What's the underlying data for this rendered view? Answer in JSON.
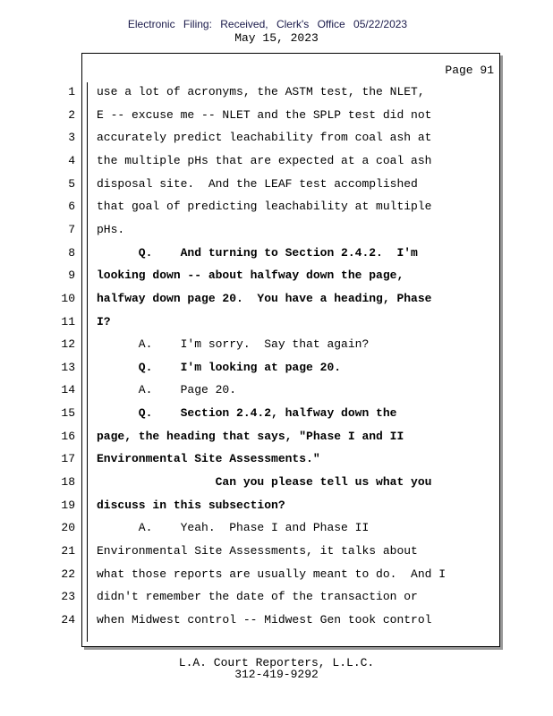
{
  "header": {
    "filing": "Electronic Filing: Received, Clerk's Office 05/22/2023",
    "date": "May 15, 2023"
  },
  "page_label": "Page 91",
  "lines": [
    {
      "n": "1",
      "t": "use a lot of acronyms, the ASTM test, the NLET,",
      "b": false
    },
    {
      "n": "2",
      "t": "E -- excuse me -- NLET and the SPLP test did not",
      "b": false
    },
    {
      "n": "3",
      "t": "accurately predict leachability from coal ash at",
      "b": false
    },
    {
      "n": "4",
      "t": "the multiple pHs that are expected at a coal ash",
      "b": false
    },
    {
      "n": "5",
      "t": "disposal site.  And the LEAF test accomplished",
      "b": false
    },
    {
      "n": "6",
      "t": "that goal of predicting leachability at multiple",
      "b": false
    },
    {
      "n": "7",
      "t": "pHs.",
      "b": false
    },
    {
      "n": "8",
      "t": "      Q.    And turning to Section 2.4.2.  I'm",
      "b": true
    },
    {
      "n": "9",
      "t": "looking down -- about halfway down the page,",
      "b": true
    },
    {
      "n": "10",
      "t": "halfway down page 20.  You have a heading, Phase",
      "b": true
    },
    {
      "n": "11",
      "t": "I?",
      "b": true
    },
    {
      "n": "12",
      "t": "      A.    I'm sorry.  Say that again?",
      "b": false
    },
    {
      "n": "13",
      "t": "      Q.    I'm looking at page 20.",
      "b": true
    },
    {
      "n": "14",
      "t": "      A.    Page 20.",
      "b": false
    },
    {
      "n": "15",
      "t": "      Q.    Section 2.4.2, halfway down the",
      "b": true
    },
    {
      "n": "16",
      "t": "page, the heading that says, \"Phase I and II",
      "b": true
    },
    {
      "n": "17",
      "t": "Environmental Site Assessments.\"",
      "b": true
    },
    {
      "n": "18",
      "t": "                 Can you please tell us what you",
      "b": true
    },
    {
      "n": "19",
      "t": "discuss in this subsection?",
      "b": true
    },
    {
      "n": "20",
      "t": "      A.    Yeah.  Phase I and Phase II",
      "b": false
    },
    {
      "n": "21",
      "t": "Environmental Site Assessments, it talks about",
      "b": false
    },
    {
      "n": "22",
      "t": "what those reports are usually meant to do.  And I",
      "b": false
    },
    {
      "n": "23",
      "t": "didn't remember the date of the transaction or",
      "b": false
    },
    {
      "n": "24",
      "t": "when Midwest control -- Midwest Gen took control",
      "b": false
    }
  ],
  "footer": {
    "company": "L.A. Court Reporters, L.L.C.",
    "phone": "312-419-9292"
  }
}
